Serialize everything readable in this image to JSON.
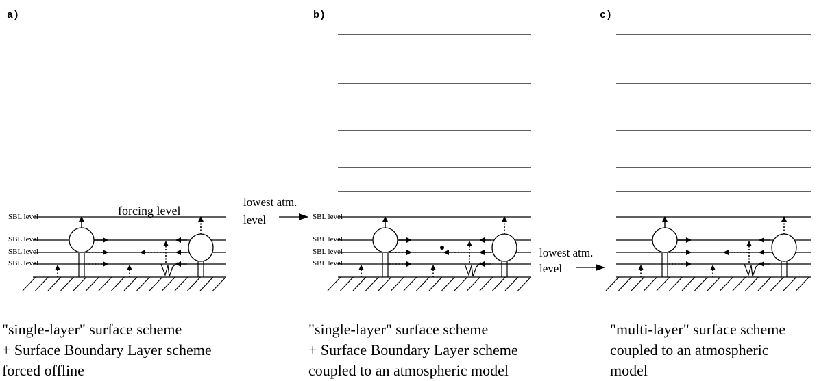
{
  "panels": [
    {
      "label": "a)",
      "sbl_labels": [
        "SBL level",
        "SBL level",
        "SBL level",
        "SBL level"
      ],
      "forcing_label": "forcing level",
      "caption": [
        "\"single-layer\" surface scheme",
        "+ Surface Boundary Layer scheme",
        "forced offline"
      ]
    },
    {
      "label": "b)",
      "sbl_labels": [
        "SBL level",
        "SBL level",
        "SBL level",
        "SBL level"
      ],
      "pointer_label": [
        "lowest atm.",
        "level"
      ],
      "caption": [
        "\"single-layer\" surface scheme",
        "+ Surface Boundary Layer scheme",
        "coupled to an atmospheric model"
      ]
    },
    {
      "label": "c)",
      "pointer_label": [
        "lowest atm.",
        "level"
      ],
      "caption": [
        "\"multi-layer\" surface scheme",
        "coupled to an atmospheric",
        "model"
      ]
    }
  ]
}
